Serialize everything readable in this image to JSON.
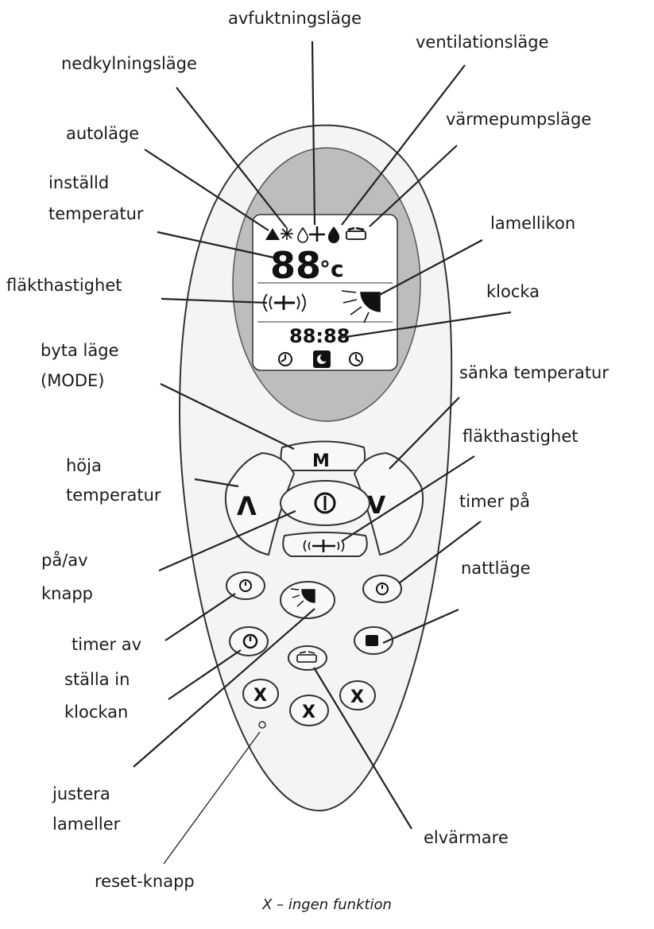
{
  "labels": {
    "avfuktningslage": "avfuktningsläge",
    "ventilationslage": "ventilationsläge",
    "nedkylningslage": "nedkylningsläge",
    "varmepumpslage": "värmepumpsläge",
    "autolage": "autoläge",
    "installd_temperatur_1": "inställd",
    "installd_temperatur_2": "temperatur",
    "lamellikon": "lamellikon",
    "flakthastighet_display": "fläkthastighet",
    "klocka": "klocka",
    "byta_lage_1": "byta läge",
    "byta_lage_2": "(MODE)",
    "sanka_temperatur": "sänka temperatur",
    "flakthastighet_button": "fläkthastighet",
    "hoja_temperatur_1": "höja",
    "hoja_temperatur_2": "temperatur",
    "timer_pa": "timer på",
    "pa_av_knapp_1": "på/av",
    "pa_av_knapp_2": "knapp",
    "nattlage": "nattläge",
    "timer_av": "timer av",
    "stalla_in_klockan_1": "ställa in",
    "stalla_in_klockan_2": "klockan",
    "justera_lameller_1": "justera",
    "justera_lameller_2": "lameller",
    "elvarmare": "elvärmare",
    "reset_knapp": "reset-knapp"
  },
  "display": {
    "temperature": "88",
    "unit": "°c",
    "clock": "88:88"
  },
  "buttons": {
    "mode": "M",
    "up": "Λ",
    "down": "V",
    "x": "X"
  },
  "footnote": "X – ingen funktion",
  "colors": {
    "ink": "#1a1a1a",
    "body": "#f3f3f3",
    "screen": "#bdbdbd",
    "lcd": "#ffffff"
  }
}
